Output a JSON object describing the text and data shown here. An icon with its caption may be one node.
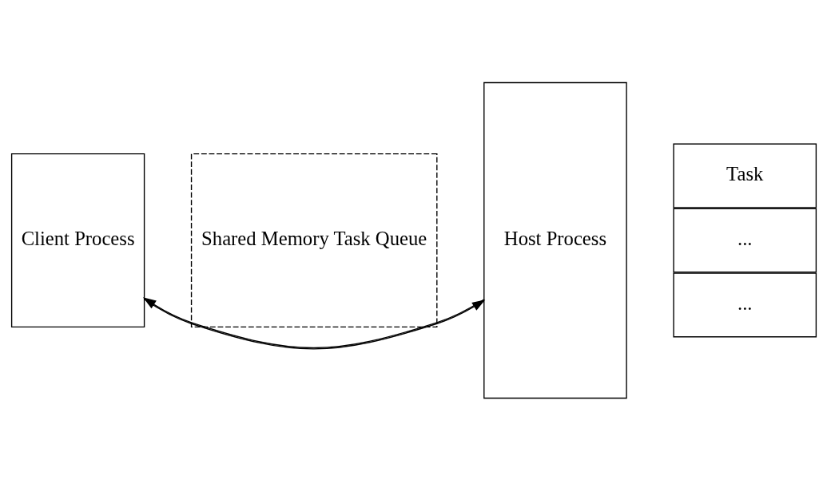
{
  "diagram": {
    "nodes": [
      {
        "text": [
          "Client Process"
        ]
      },
      {
        "text": [
          "Shared Memory Task Queue"
        ]
      },
      {
        "text": [
          "Host Process"
        ]
      },
      {
        "text": [
          "Task"
        ]
      },
      {
        "text": [
          "..."
        ]
      },
      {
        "text": [
          "..."
        ]
      }
    ],
    "edges": [
      {
        "from": 0,
        "to": 2,
        "arrow": "to"
      },
      {
        "from": 2,
        "to": 0,
        "arrow": "to"
      }
    ]
  }
}
